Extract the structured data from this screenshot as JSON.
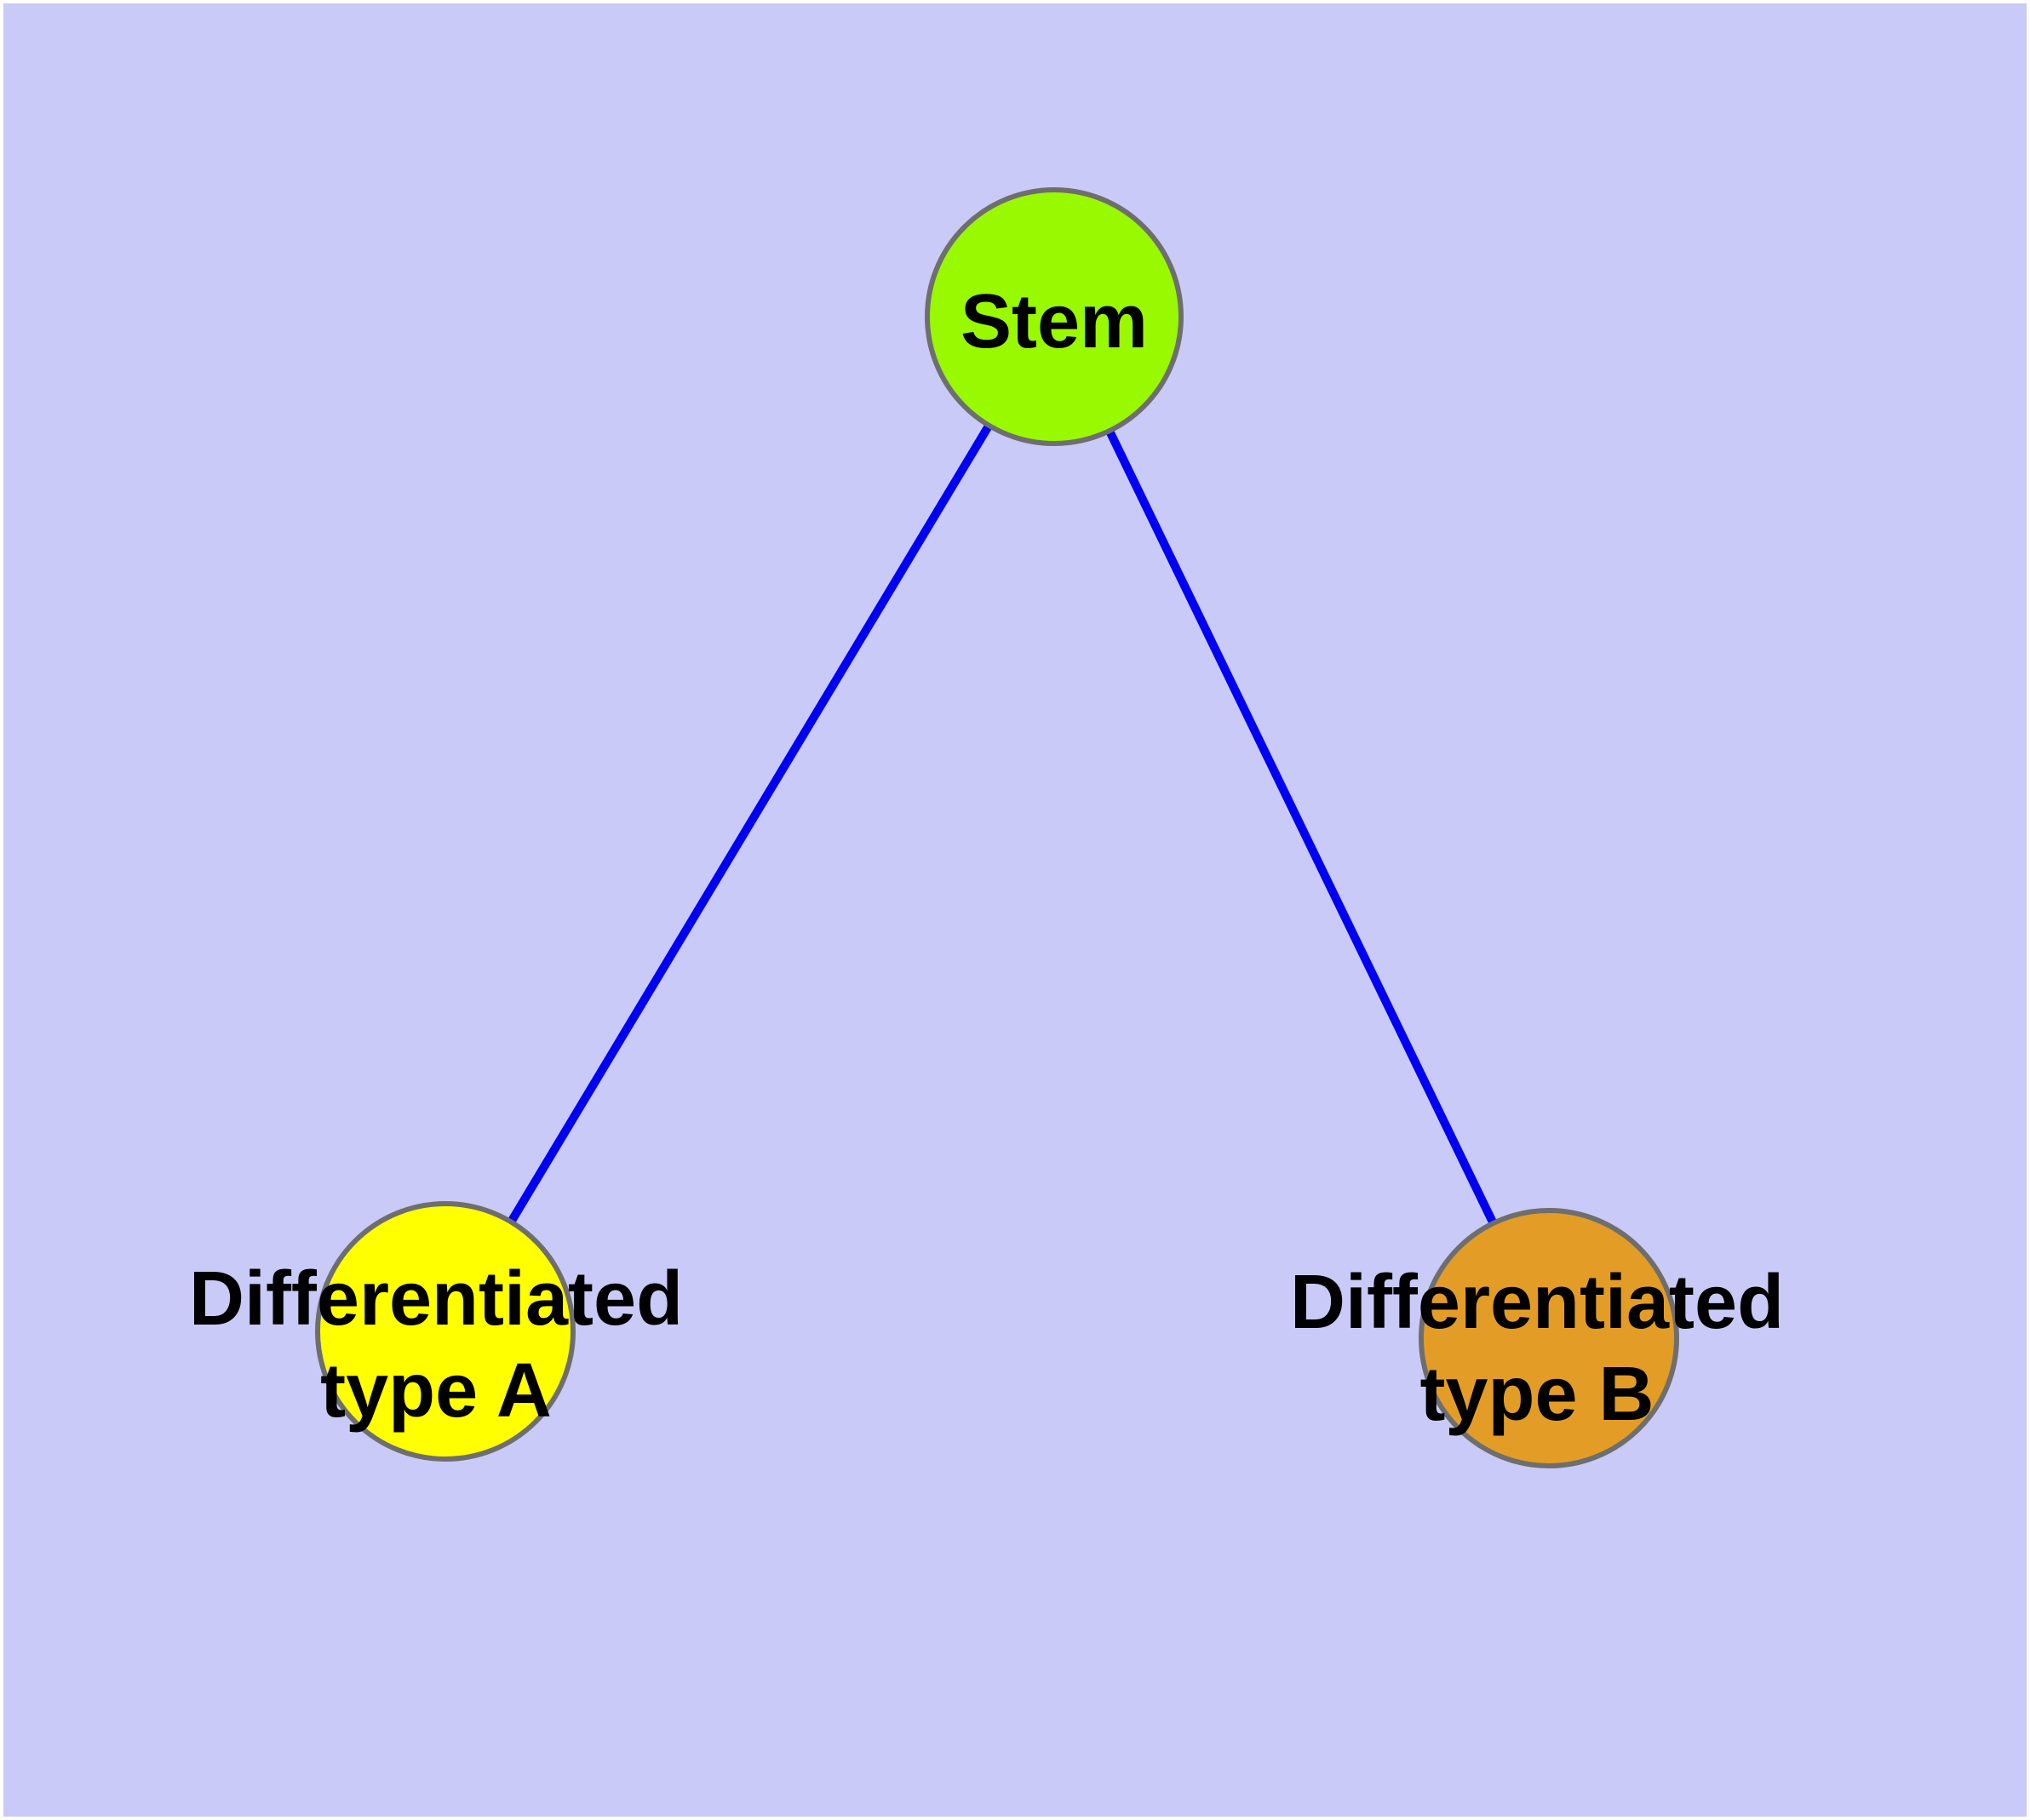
{
  "diagram": {
    "background_color": "#cacaf8",
    "outer_border_color": "#ffffff",
    "text_color": "#000000",
    "edge_color": "#0000f2",
    "node_stroke_color": "#6e6e6e",
    "nodes": [
      {
        "id": "stem",
        "label": "Stem",
        "lines": [
          "Stem"
        ],
        "fill": "#99f900"
      },
      {
        "id": "differentiated-type-a",
        "label": "Differentiated type A",
        "lines": [
          "Differentiated",
          "type A"
        ],
        "fill": "#ffff00"
      },
      {
        "id": "differentiated-type-b",
        "label": "Differentiated type B",
        "lines": [
          "Differentiated",
          "type B"
        ],
        "fill": "#e39d27"
      }
    ],
    "edges": [
      {
        "from": "Stem",
        "to": "Differentiated type A"
      },
      {
        "from": "Stem",
        "to": "Differentiated type B"
      }
    ]
  }
}
